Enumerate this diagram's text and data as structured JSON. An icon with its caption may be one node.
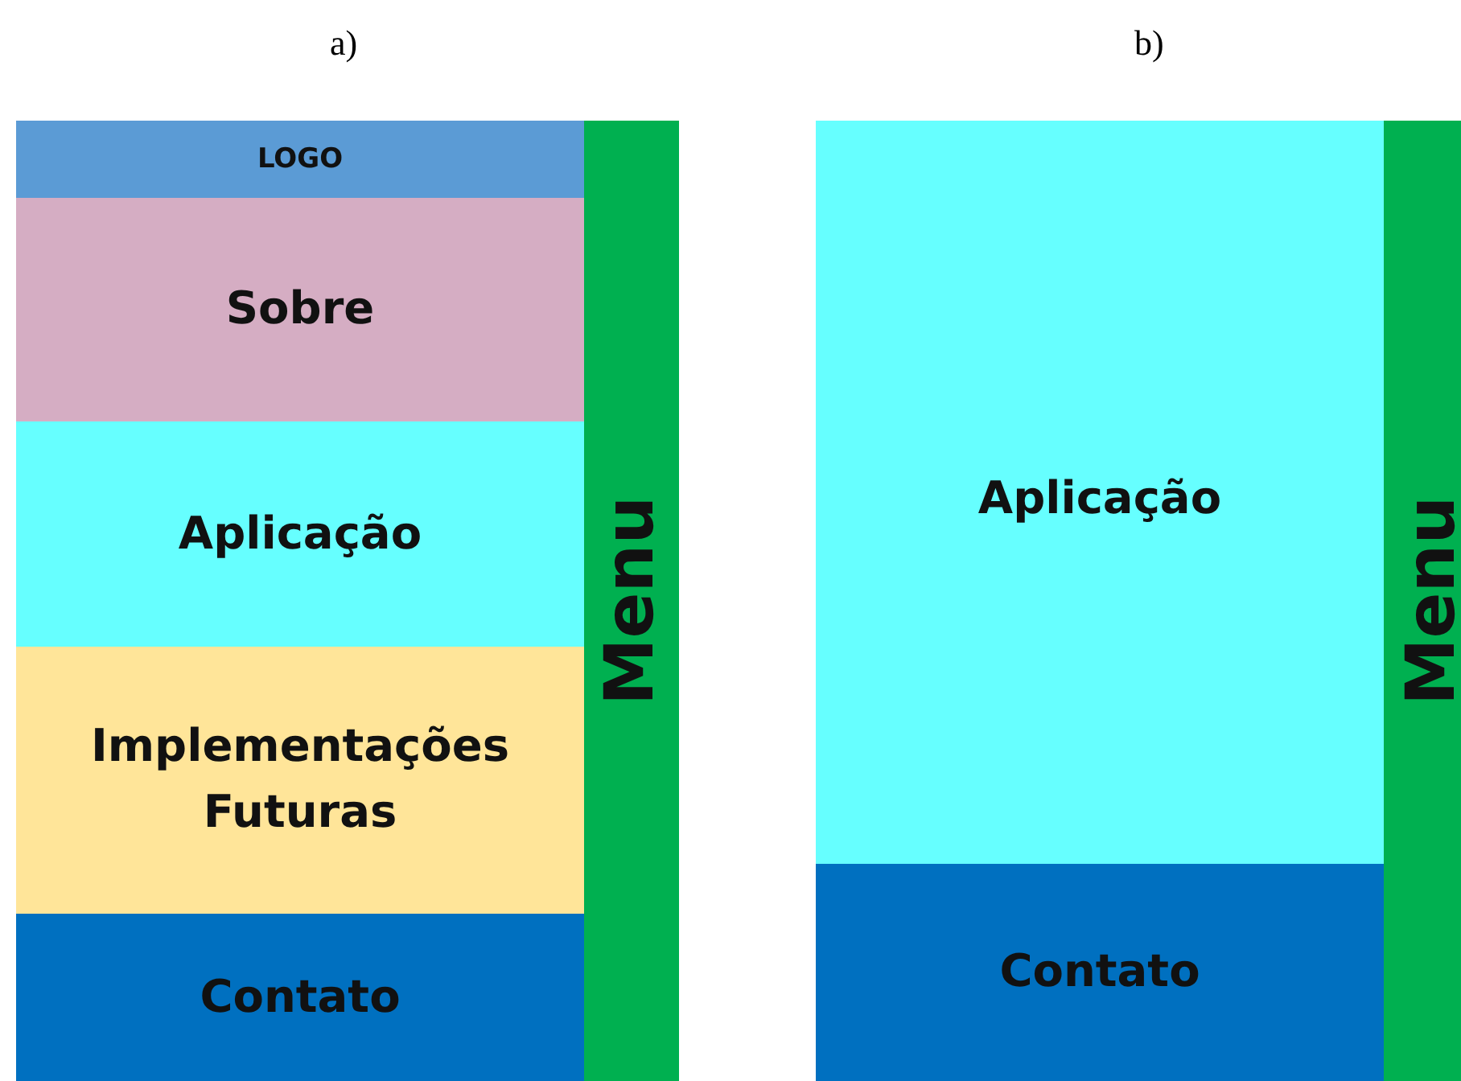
{
  "diagram": {
    "nodes": [
      {
        "text": [
          "LOGO"
        ]
      },
      {
        "text": [
          "Sobre"
        ]
      },
      {
        "text": [
          "Aplicação"
        ]
      },
      {
        "text": [
          "Implementações Futuras"
        ]
      },
      {
        "text": [
          "Contato"
        ]
      },
      {
        "text": [
          "Menu"
        ]
      },
      {
        "text": [
          "Aplicação"
        ]
      },
      {
        "text": [
          "Contato"
        ]
      },
      {
        "text": [
          "Menu"
        ]
      }
    ],
    "edges": [],
    "labels": [
      "a)",
      "b)"
    ]
  }
}
